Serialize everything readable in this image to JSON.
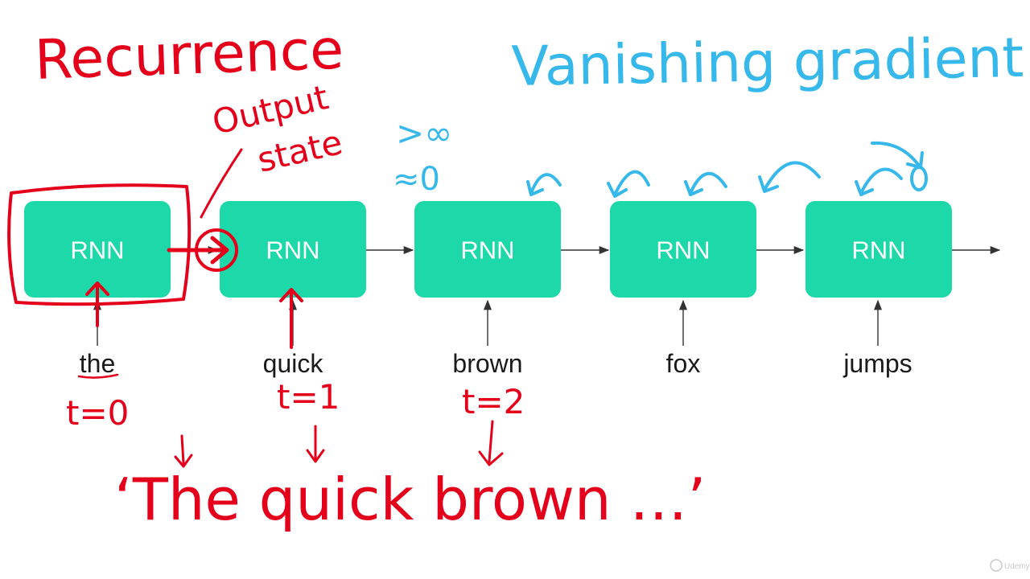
{
  "cells": [
    {
      "label": "RNN",
      "word": "the"
    },
    {
      "label": "RNN",
      "word": "quick"
    },
    {
      "label": "RNN",
      "word": "brown"
    },
    {
      "label": "RNN",
      "word": "fox"
    },
    {
      "label": "RNN",
      "word": "jumps"
    }
  ],
  "annotations": {
    "recurrence": "Recurrence",
    "output_state_line1": "Output",
    "output_state_line2": "state",
    "timesteps": [
      "t=0",
      "t=1",
      "t=2"
    ],
    "sentence": "‘The quick brown …’",
    "vanishing_gradient": "Vanishing gradient",
    "large_marker": ">∞",
    "small_marker": "≈0"
  },
  "watermark": "Udemy",
  "colors": {
    "cell_fill": "#1dd9aa",
    "red_ink": "#e4001b",
    "blue_ink": "#36b8ea"
  }
}
